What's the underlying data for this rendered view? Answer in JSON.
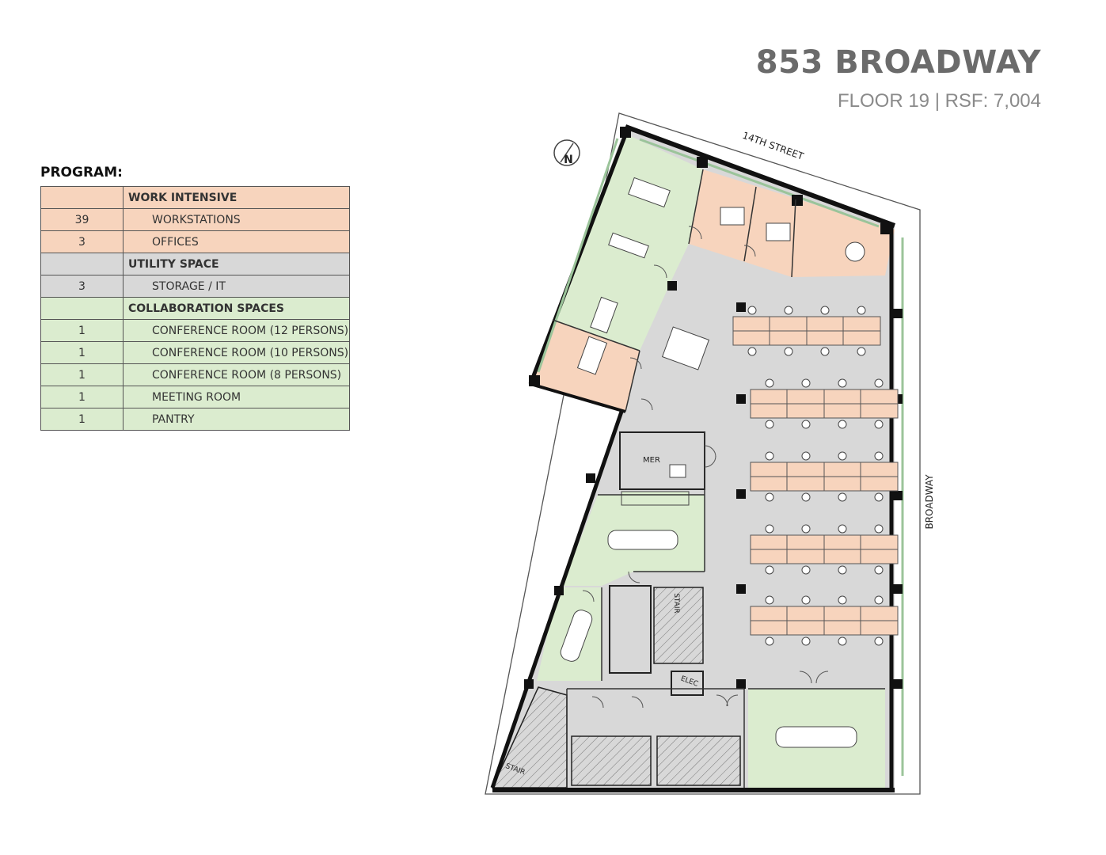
{
  "header": {
    "title": "853 BROADWAY",
    "subtitle": "FLOOR 19 | RSF: 7,004"
  },
  "program": {
    "heading": "PROGRAM:",
    "categories": [
      {
        "name": "WORK INTENSIVE",
        "color": "#f7d4bd",
        "rows": [
          {
            "qty": "39",
            "label": "WORKSTATIONS"
          },
          {
            "qty": "3",
            "label": "OFFICES"
          }
        ]
      },
      {
        "name": "UTILITY SPACE",
        "color": "#d8d8d8",
        "rows": [
          {
            "qty": "3",
            "label": "STORAGE / IT"
          }
        ]
      },
      {
        "name": "COLLABORATION SPACES",
        "color": "#dbeccf",
        "rows": [
          {
            "qty": "1",
            "label": "CONFERENCE ROOM (12 PERSONS)"
          },
          {
            "qty": "1",
            "label": "CONFERENCE ROOM (10 PERSONS)"
          },
          {
            "qty": "1",
            "label": "CONFERENCE ROOM (8 PERSONS)"
          },
          {
            "qty": "1",
            "label": "MEETING ROOM"
          },
          {
            "qty": "1",
            "label": "PANTRY"
          }
        ]
      }
    ]
  },
  "plan": {
    "street_north": "14TH STREET",
    "street_east": "BROADWAY",
    "north_symbol": "N",
    "rooms": {
      "mer": "MER",
      "stair_1": "STAIR",
      "stair_2": "STAIR",
      "elec": "ELEC"
    },
    "colors": {
      "work": "#f7d4bd",
      "utility": "#d8d8d8",
      "collaboration": "#dbeccf",
      "wall": "#111111"
    }
  }
}
